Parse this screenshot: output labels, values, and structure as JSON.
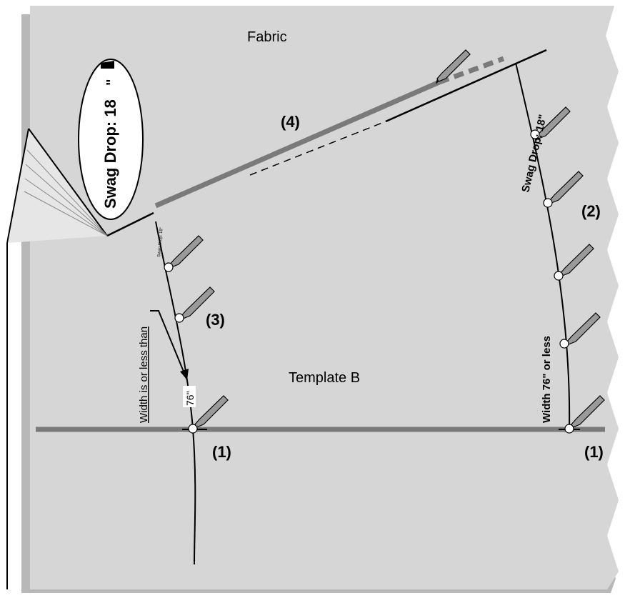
{
  "labels": {
    "fabric": "Fabric",
    "template": "Template B",
    "step1_left": "(1)",
    "step1_right": "(1)",
    "step2": "(2)",
    "step3": "(3)",
    "step4": "(4)",
    "swag_drop_callout": "Swag Drop: 18",
    "swag_drop_right": "Swag Drop: 18\"",
    "swag_drop_small": "Swag Drop: 18\"",
    "width_right": "Width 76\" or less",
    "width_left": "Width is or less than",
    "width_value": "76\""
  },
  "colors": {
    "fabric": "#d6d6d6",
    "fabric_shadow": "#b8b8b8",
    "guide_bar": "#7a7a7a",
    "pencil": "#9a9a9a",
    "line": "#000000"
  },
  "icons": [
    "pencil-icon",
    "pin-circle-icon"
  ]
}
